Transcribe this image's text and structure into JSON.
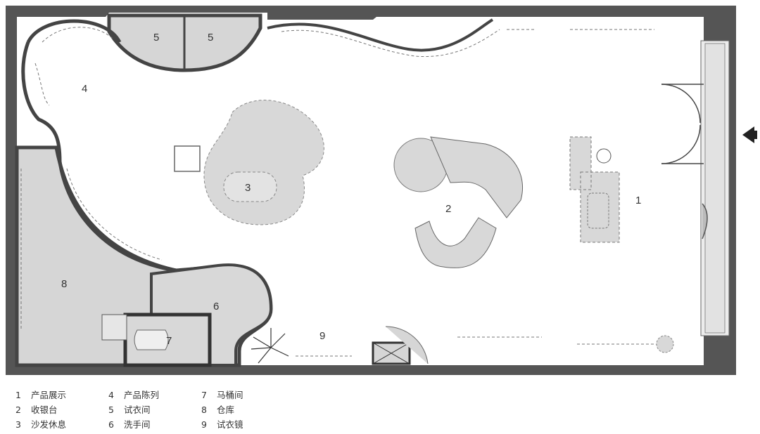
{
  "rooms": [
    {
      "num": "1"
    },
    {
      "num": "2"
    },
    {
      "num": "3"
    },
    {
      "num": "4"
    },
    {
      "num": "5"
    },
    {
      "num": "6"
    },
    {
      "num": "7"
    },
    {
      "num": "8"
    },
    {
      "num": "9"
    }
  ],
  "legend": [
    {
      "num": "1",
      "label": "产品展示"
    },
    {
      "num": "2",
      "label": "收银台"
    },
    {
      "num": "3",
      "label": "沙发休息"
    },
    {
      "num": "4",
      "label": "产品陈列"
    },
    {
      "num": "5",
      "label": "试衣间"
    },
    {
      "num": "6",
      "label": "洗手间"
    },
    {
      "num": "7",
      "label": "马桶间"
    },
    {
      "num": "8",
      "label": "仓库"
    },
    {
      "num": "9",
      "label": "试衣镜"
    }
  ],
  "colors": {
    "wall": "#555555",
    "fill": "#d6d6d6",
    "line": "#666666",
    "text": "#333333"
  }
}
